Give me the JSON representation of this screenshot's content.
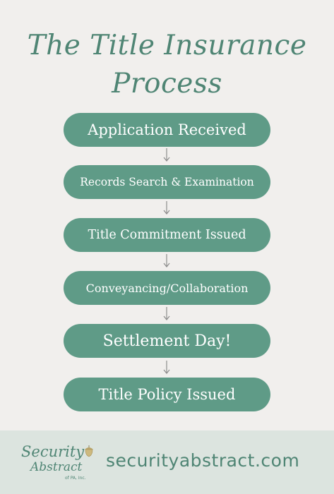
{
  "title": {
    "line1": "The Title Insurance",
    "line2": "Process"
  },
  "steps": [
    {
      "label": "Application Received"
    },
    {
      "label": "Records Search & Examination"
    },
    {
      "label": "Title Commitment Issued"
    },
    {
      "label": "Conveyancing/Collaboration"
    },
    {
      "label": "Settlement Day!"
    },
    {
      "label": "Title Policy Issued"
    }
  ],
  "footer": {
    "logo_word_1": "Security",
    "logo_word_2": "Abstract",
    "logo_sub": "of PA, Inc.",
    "website": "securityabstract.com"
  },
  "colors": {
    "background": "#f1efed",
    "accent": "#4f8574",
    "step_fill": "#5f9b87",
    "arrow": "#8c8c8c",
    "footer": "#dce4df"
  },
  "icons": {
    "connector": "down-arrow-icon",
    "logo_mark": "acorn-icon"
  }
}
